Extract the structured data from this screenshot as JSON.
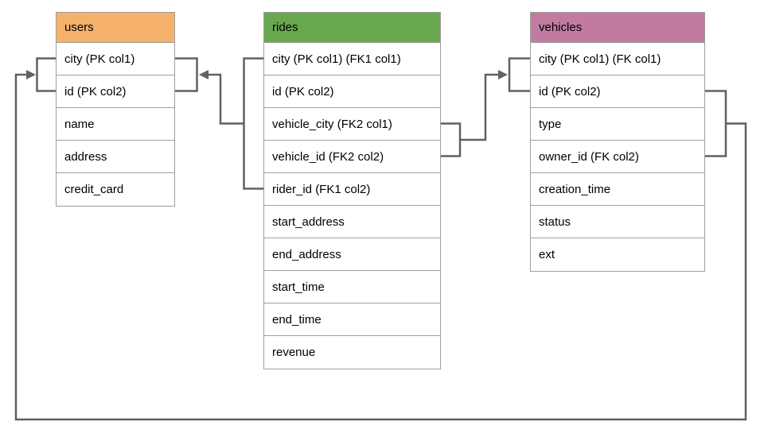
{
  "diagram": {
    "colors": {
      "connector": "#616161",
      "table_border": "#9e9e9e",
      "users_header": "#f6b26b",
      "rides_header": "#6aa84f",
      "vehicles_header": "#c27ba0"
    },
    "tables": [
      {
        "name": "users",
        "header_color": "#f6b26b",
        "columns": [
          "city (PK col1)",
          "id (PK col2)",
          "name",
          "address",
          "credit_card"
        ]
      },
      {
        "name": "rides",
        "header_color": "#6aa84f",
        "columns": [
          "city (PK col1) (FK1 col1)",
          "id (PK col2)",
          "vehicle_city (FK2 col1)",
          "vehicle_id (FK2 col2)",
          "rider_id (FK1 col2)",
          "start_address",
          "end_address",
          "start_time",
          "end_time",
          "revenue"
        ]
      },
      {
        "name": "vehicles",
        "header_color": "#c27ba0",
        "columns": [
          "city (PK col1) (FK col1)",
          "id (PK col2)",
          "type",
          "owner_id (FK col2)",
          "creation_time",
          "status",
          "ext"
        ]
      }
    ],
    "relationships": [
      {
        "from": "rides (FK1)",
        "to": "users (PK)"
      },
      {
        "from": "rides (FK2)",
        "to": "vehicles (PK)"
      },
      {
        "from": "vehicles (FK)",
        "to": "users (PK)"
      }
    ]
  }
}
